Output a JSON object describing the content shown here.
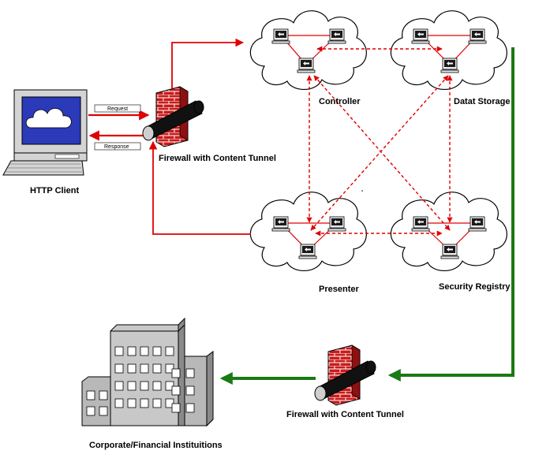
{
  "labels": {
    "http_client": "HTTP Client",
    "request": "Request",
    "response": "Response",
    "firewall_top": "Firewall with Content Tunnel",
    "controller": "Controller",
    "data_storage": "Datat Storage",
    "presenter": "Presenter",
    "security_registry": "Security Registry",
    "firewall_bottom": "Firewall with Content Tunnel",
    "corporate": "Corporate/Financial Instituitions"
  },
  "colors": {
    "red_line": "#e00000",
    "green_line": "#1a7a14",
    "brick": "#c81c1c",
    "monitor_screen": "#2a3ab8",
    "building": "#b8b8b8"
  },
  "icons": {
    "client_computer": "desktop-computer-icon",
    "cloud_node": "cloud-cluster-icon",
    "firewall": "brick-firewall-icon",
    "building": "office-building-icon"
  }
}
